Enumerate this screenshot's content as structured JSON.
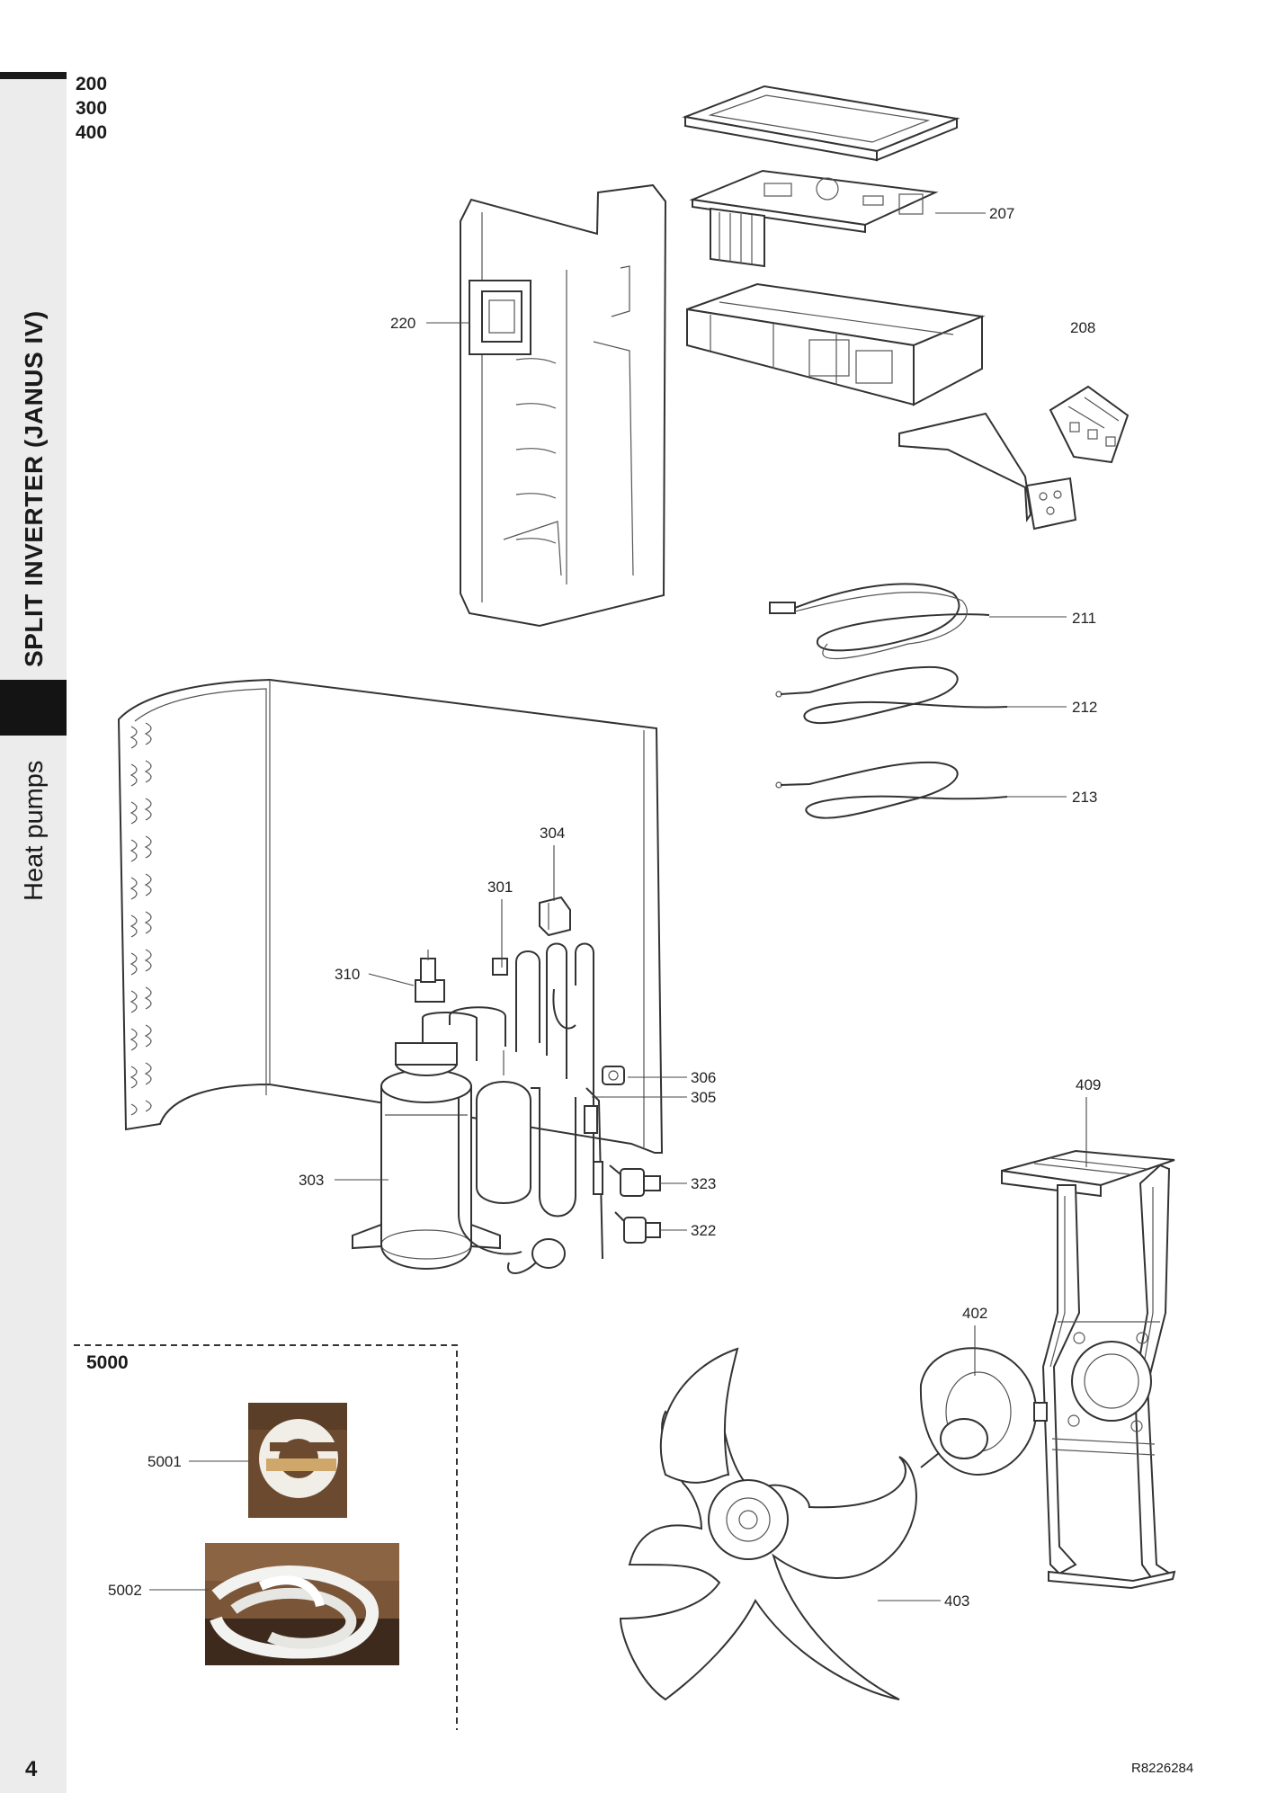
{
  "sidebar": {
    "title": "SPLIT INVERTER (JANUS IV)",
    "category": "Heat pumps"
  },
  "models": [
    "200",
    "300",
    "400"
  ],
  "page_number": "4",
  "document_ref": "R8226284",
  "kit": {
    "title": "5000",
    "items": [
      "5001",
      "5002"
    ]
  },
  "callouts": {
    "p207": "207",
    "p208": "208",
    "p211": "211",
    "p212": "212",
    "p213": "213",
    "p220": "220",
    "p301": "301",
    "p303": "303",
    "p304": "304",
    "p305": "305",
    "p306": "306",
    "p310": "310",
    "p322": "322",
    "p323": "323",
    "p402": "402",
    "p403": "403",
    "p409": "409"
  }
}
